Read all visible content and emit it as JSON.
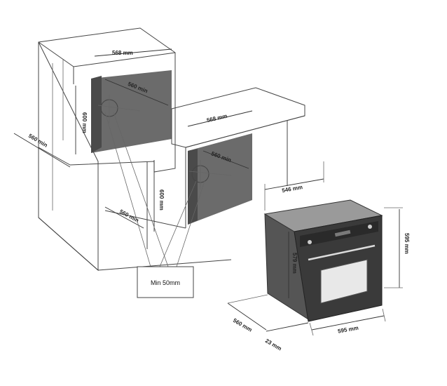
{
  "dimensions": {
    "column_width": "568 mm",
    "column_inner": "560 min",
    "column_height": "600 mm",
    "column_depth": "560 min",
    "counter_width": "568 mm",
    "counter_inner": "560 min",
    "counter_height": "600 mm",
    "counter_depth": "560 min",
    "oven_depth_body": "546 mm",
    "oven_height": "595 mm",
    "oven_body_height": "579 mm",
    "oven_depth": "560 mm",
    "oven_width": "595 mm",
    "oven_door": "23 mm"
  },
  "ventilation_note": "Min 50mm",
  "colors": {
    "cavity": "#6b6b6b",
    "oven_body": "#3a3a3a",
    "window": "#e8e8e8"
  }
}
